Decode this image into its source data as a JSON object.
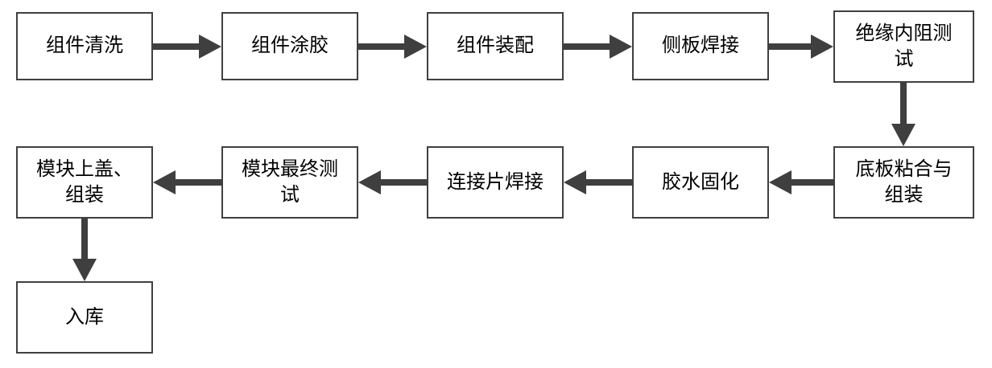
{
  "flowchart": {
    "title": "",
    "nodes": [
      {
        "id": 0,
        "label": "组件清洗"
      },
      {
        "id": 1,
        "label": "组件涂胶"
      },
      {
        "id": 2,
        "label": "组件装配"
      },
      {
        "id": 3,
        "label": "侧板焊接"
      },
      {
        "id": 4,
        "label": "绝缘内阻测\n试"
      },
      {
        "id": 5,
        "label": "底板粘合与\n组装"
      },
      {
        "id": 6,
        "label": "胶水固化"
      },
      {
        "id": 7,
        "label": "连接片焊接"
      },
      {
        "id": 8,
        "label": "模块最终测\n试"
      },
      {
        "id": 9,
        "label": "模块上盖、\n组装"
      },
      {
        "id": 10,
        "label": "入库"
      }
    ],
    "edges": [
      {
        "from": 0,
        "to": 1,
        "direction": "right"
      },
      {
        "from": 1,
        "to": 2,
        "direction": "right"
      },
      {
        "from": 2,
        "to": 3,
        "direction": "right"
      },
      {
        "from": 3,
        "to": 4,
        "direction": "right"
      },
      {
        "from": 4,
        "to": 5,
        "direction": "down"
      },
      {
        "from": 5,
        "to": 6,
        "direction": "left"
      },
      {
        "from": 6,
        "to": 7,
        "direction": "left"
      },
      {
        "from": 7,
        "to": 8,
        "direction": "left"
      },
      {
        "from": 8,
        "to": 9,
        "direction": "left"
      },
      {
        "from": 9,
        "to": 10,
        "direction": "down"
      }
    ],
    "colors": {
      "box_border": "#404040",
      "arrow": "#3f3f3f",
      "bg": "#ffffff",
      "text": "#000000"
    }
  }
}
